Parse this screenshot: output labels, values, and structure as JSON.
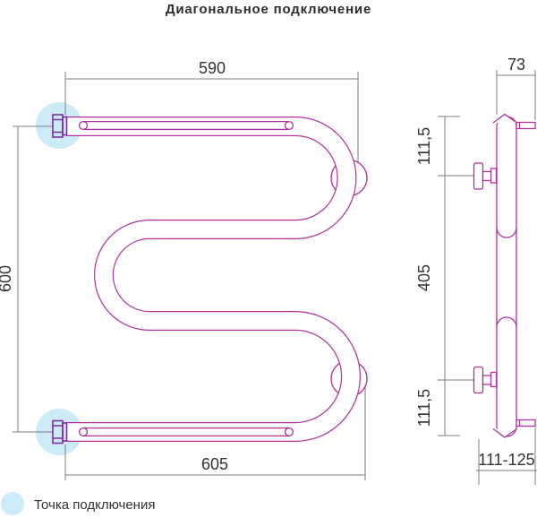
{
  "title": "Диагональное подключение",
  "colors": {
    "pipe": "#b2309e",
    "fitting": "#7c2fa6",
    "dimension_line": "#7e7e7e",
    "text": "#333333",
    "title_text": "#2d2d2d",
    "connection_point": "#cdeaf7"
  },
  "front_view": {
    "dim_width_top": "590",
    "dim_height_left": "600",
    "dim_width_bottom": "605"
  },
  "side_view": {
    "dim_depth_top": "73",
    "dim_offset_upper": "111,5",
    "dim_span_middle": "405",
    "dim_offset_lower": "111,5",
    "dim_wall_distance": "111-125"
  },
  "legend": {
    "connection_point_label": "Точка подключения"
  }
}
